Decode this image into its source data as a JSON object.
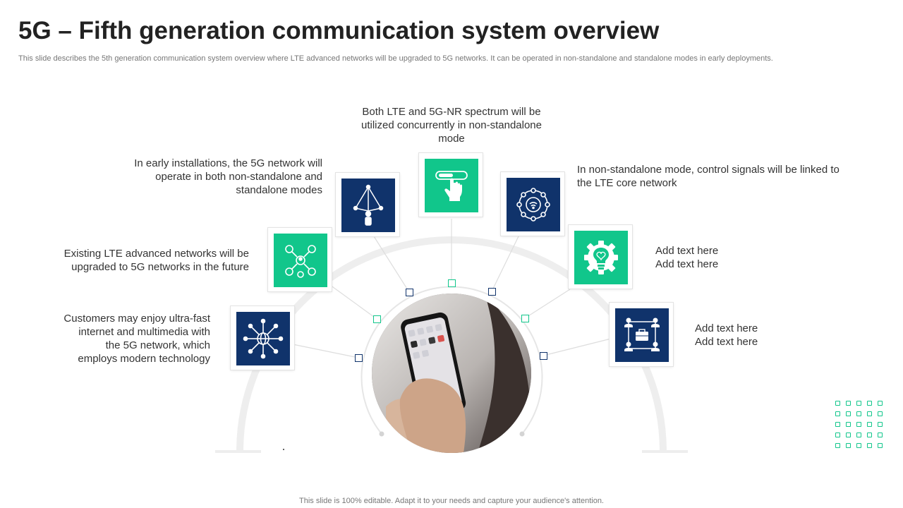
{
  "slide": {
    "title": "5G – Fifth generation communication system overview",
    "subtitle": "This slide describes the 5th generation communication system overview where LTE advanced networks will be upgraded to 5G networks. It can be operated in non-standalone and standalone modes in early deployments.",
    "footer": "This slide is 100% editable. Adapt it to your needs and capture your audience's attention."
  },
  "items": [
    {
      "text": "Customers may enjoy ultra-fast internet and multimedia with the 5G network, which employs modern technology",
      "icon": "globe-network-icon",
      "color": "#10336b"
    },
    {
      "text": "Existing LTE advanced networks will be upgraded to 5G networks in the future",
      "icon": "people-network-icon",
      "color": "#11c68b"
    },
    {
      "text": "In early installations, the 5G network will operate in both non-standalone and standalone modes",
      "icon": "person-network-icon",
      "color": "#10336b"
    },
    {
      "text": "Both LTE and 5G-NR spectrum will be utilized concurrently in non-standalone mode",
      "icon": "toggle-hand-icon",
      "color": "#11c68b"
    },
    {
      "text": "In non-standalone mode, control signals will be linked to the LTE core network",
      "icon": "wifi-circle-icon",
      "color": "#10336b"
    },
    {
      "text": "Add text here\nAdd text here",
      "icon": "gear-bulb-icon",
      "color": "#11c68b"
    },
    {
      "text": "Add text here\nAdd text here",
      "icon": "team-briefcase-icon",
      "color": "#10336b"
    }
  ],
  "colors": {
    "navy": "#10336b",
    "green": "#11c68b"
  }
}
